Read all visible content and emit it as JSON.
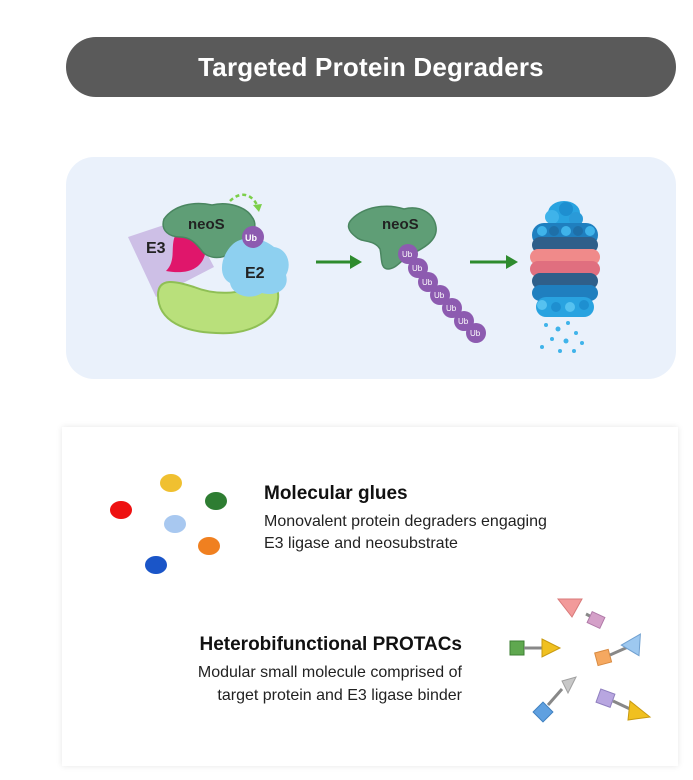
{
  "header": {
    "title": "Targeted Protein Degraders"
  },
  "mechanism": {
    "labels": {
      "e3": "E3",
      "neos": "neoS",
      "e2": "E2",
      "ub": "Ub",
      "neos2": "neoS",
      "ub_chain": "Ub"
    },
    "colors": {
      "e3_diamond": "#cdbfe6",
      "e3_ligase": "#e0166b",
      "neosubstrate": "#5f9e76",
      "e2": "#8ed0f0",
      "adaptor": "#b9e07b",
      "ubiquitin": "#8d5bb0",
      "arrow": "#2e8b2e",
      "proteasome_blue": "#1e8fd0",
      "proteasome_dark": "#2f5f8a",
      "proteasome_pink": "#ee8c8c"
    }
  },
  "types": {
    "molecular_glues": {
      "title": "Molecular glues",
      "description_line1": "Monovalent protein degraders  engaging",
      "description_line2": "E3 ligase and neosubstrate",
      "dot_colors": [
        "#f0c030",
        "#ee1111",
        "#a8c8f0",
        "#2e7d32",
        "#1a55c8",
        "#f08020"
      ]
    },
    "protacs": {
      "title": "Heterobifunctional PROTACs",
      "description_line1": "Modular small molecule comprised of",
      "description_line2": "target protein and E3 ligase binder"
    }
  }
}
